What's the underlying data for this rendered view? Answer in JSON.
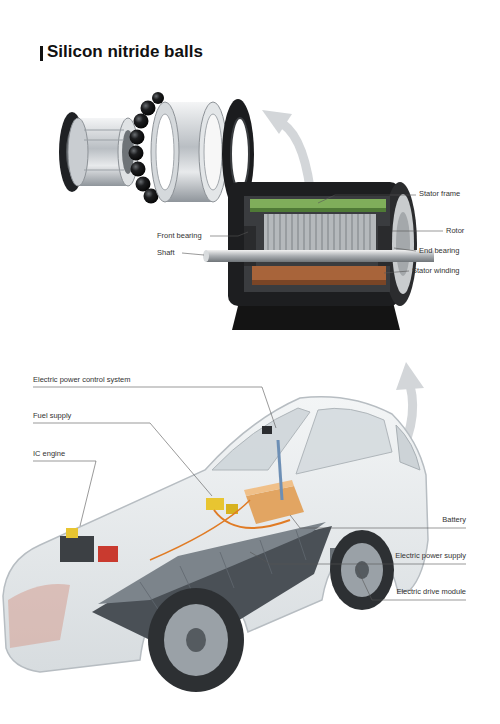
{
  "diagram": {
    "title": "Silicon nitride balls",
    "labels": [
      "Stator frame",
      "Front bearing",
      "Rotor",
      "Shaft",
      "End bearing",
      "Stator winding",
      "Electric power control system",
      "Fuel supply",
      "IC engine",
      "Battery",
      "Electric power supply",
      "Electric drive module"
    ]
  }
}
